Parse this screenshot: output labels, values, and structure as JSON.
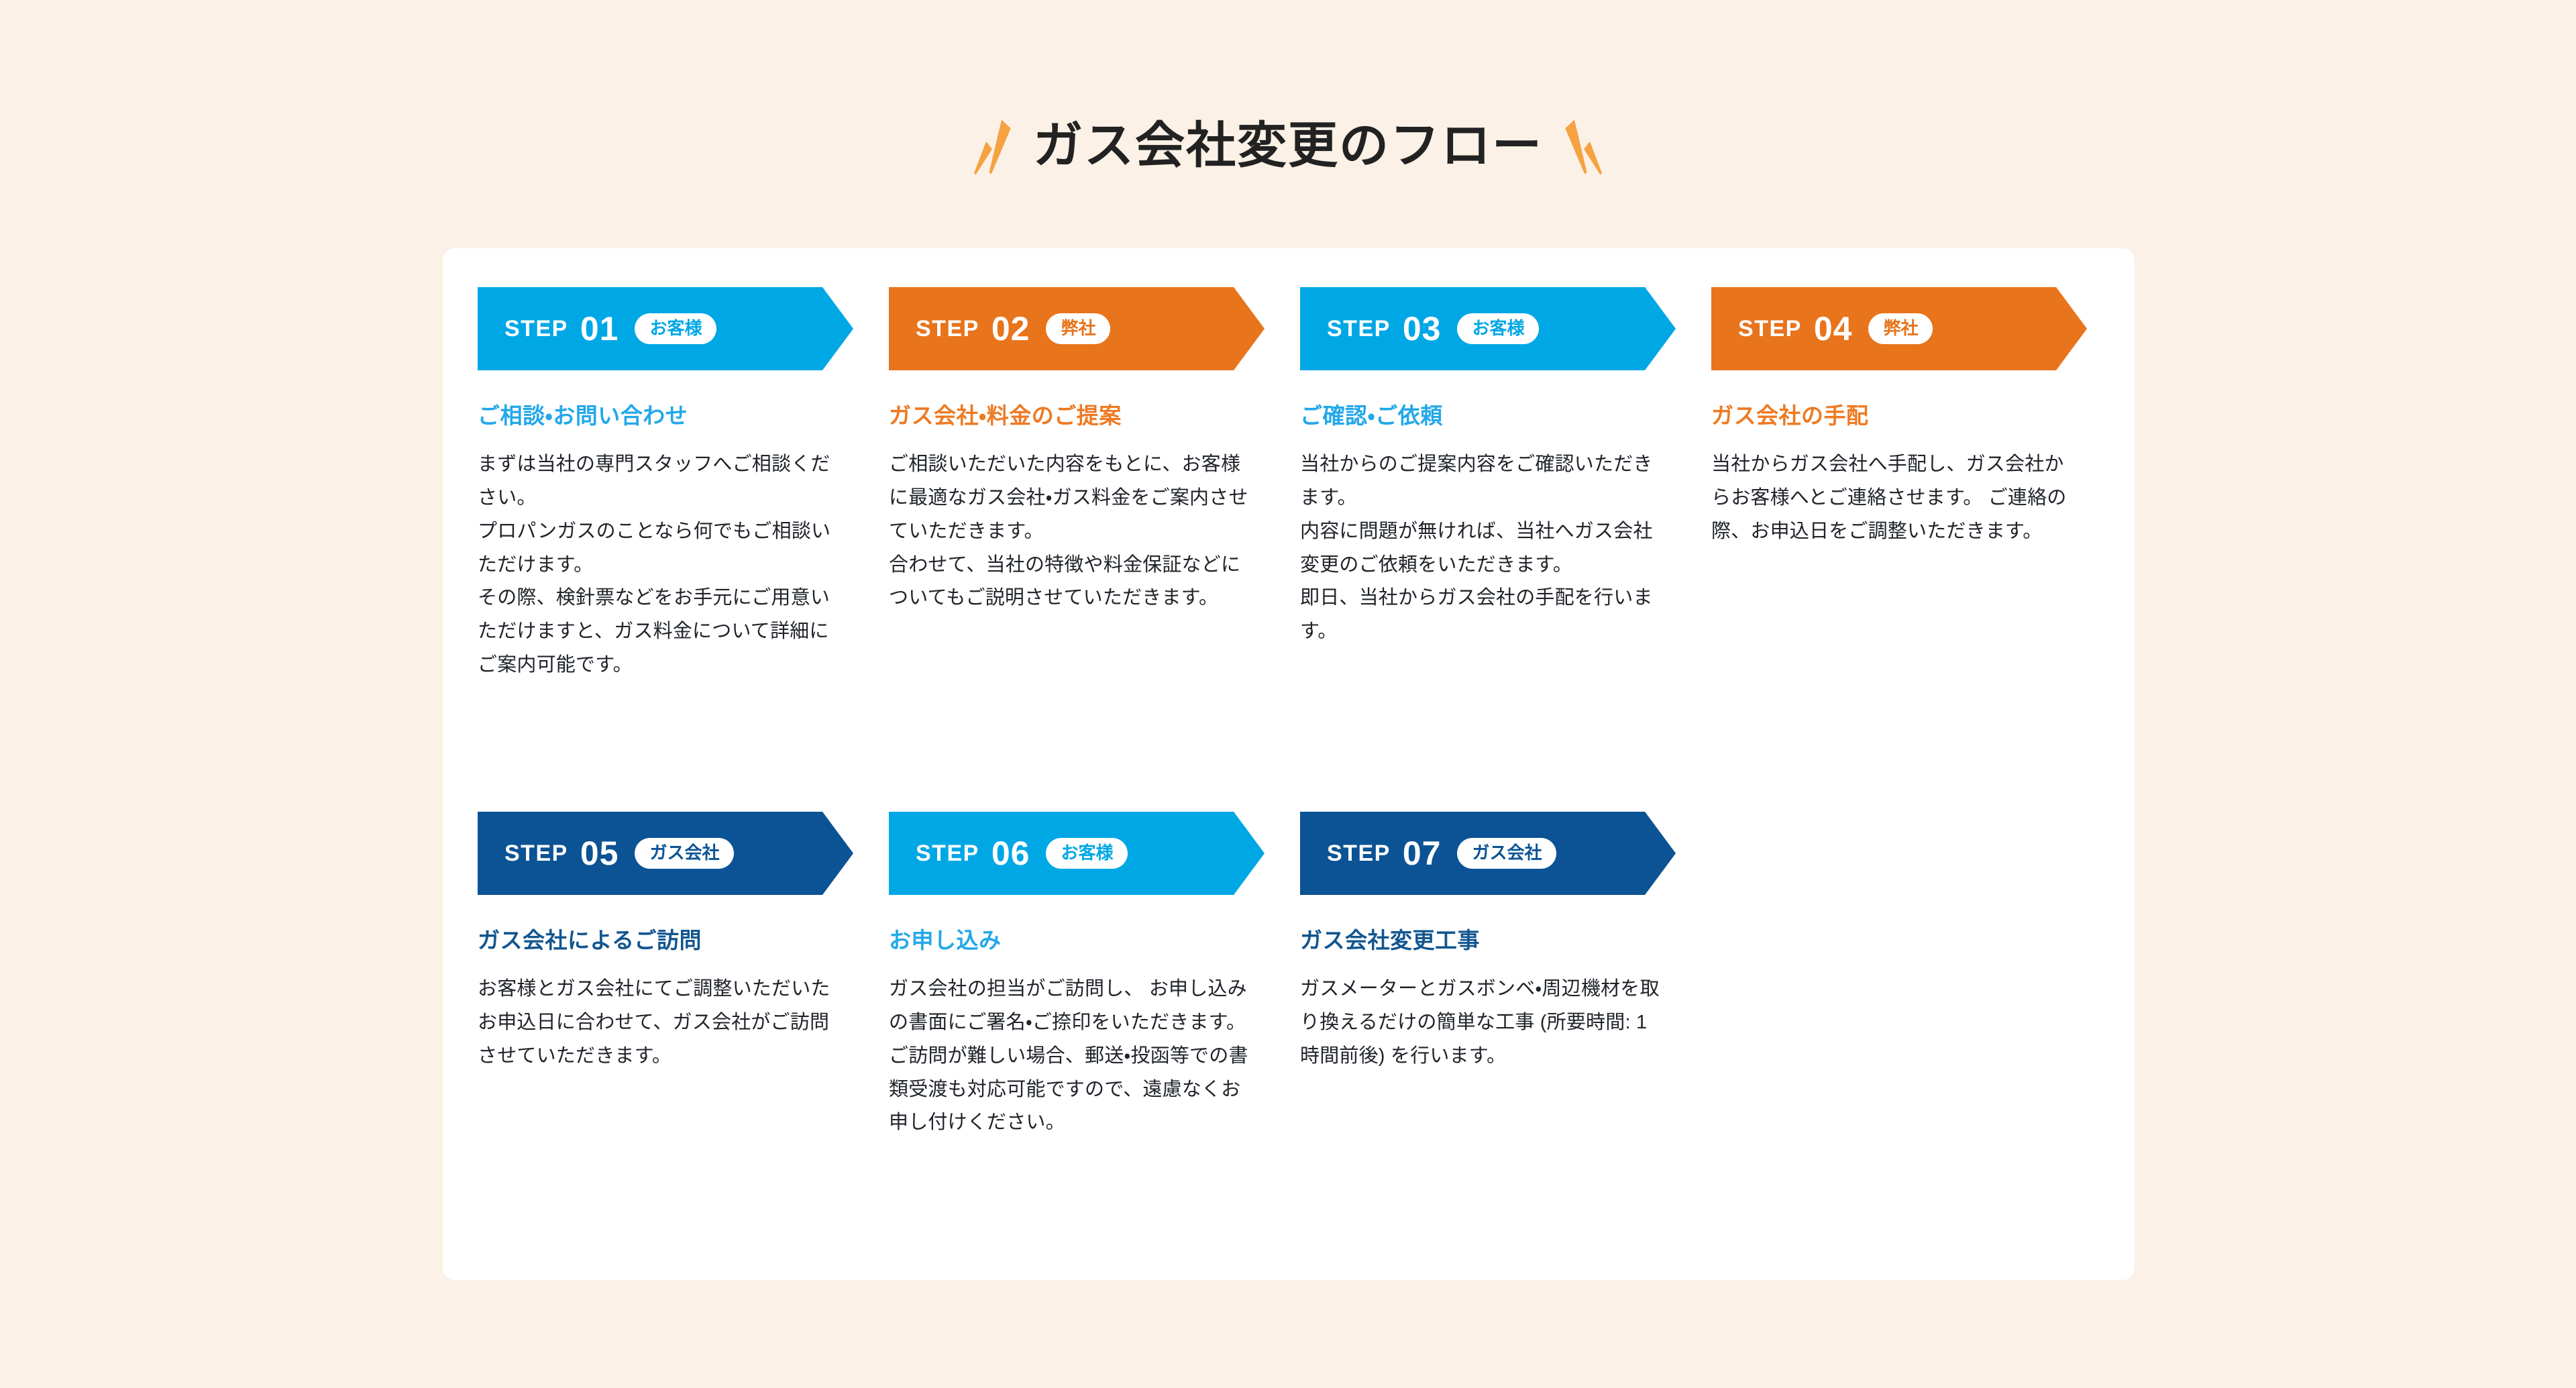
{
  "page": {
    "title": "ガス会社変更のフロー",
    "background_color": "#FCF1E6",
    "panel_color": "#FFFFFF",
    "decoration_color": "#F5A243"
  },
  "colors": {
    "cyan": "#00A7E5",
    "orange": "#E8741C",
    "navy": "#0B5394",
    "title_cyan": "#23A8E8",
    "title_orange": "#EE7A23",
    "title_navy": "#13568F",
    "body_text": "#20242A"
  },
  "labels": {
    "step_word": "STEP"
  },
  "steps": [
    {
      "number": "01",
      "step_word": "STEP",
      "badge": "お客様",
      "theme": "cyan",
      "title": "ご相談・お問い合わせ",
      "body": "まずは当社の専門スタッフへご相談ください。\nプロパンガスのことなら何でもご相談いただけます。\nその際、検針票などをお手元にご用意いただけますと、ガス料金について詳細にご案内可能です。"
    },
    {
      "number": "02",
      "step_word": "STEP",
      "badge": "弊社",
      "theme": "orange",
      "title": "ガス会社・料金のご提案",
      "body": "ご相談いただいた内容をもとに、お客様に最適なガス会社・ガス料金をご案内させていただきます。\n合わせて、当社の特徴や料金保証などについてもご説明させていただきます。"
    },
    {
      "number": "03",
      "step_word": "STEP",
      "badge": "お客様",
      "theme": "cyan",
      "title": "ご確認・ご依頼",
      "body": "当社からのご提案内容をご確認いただきます。\n内容に問題が無ければ、当社へガス会社変更のご依頼をいただきます。\n即日、当社からガス会社の手配を行います。"
    },
    {
      "number": "04",
      "step_word": "STEP",
      "badge": "弊社",
      "theme": "orange",
      "title": "ガス会社の手配",
      "body": "当社からガス会社へ手配し、ガス会社からお客様へとご連絡させます。 ご連絡の際、お申込日をご調整いただきます。"
    },
    {
      "number": "05",
      "step_word": "STEP",
      "badge": "ガス会社",
      "theme": "navy",
      "title": "ガス会社によるご訪問",
      "body": "お客様とガス会社にてご調整いただいたお申込日に合わせて、ガス会社がご訪問させていただきます。"
    },
    {
      "number": "06",
      "step_word": "STEP",
      "badge": "お客様",
      "theme": "cyan",
      "title": "お申し込み",
      "body": "ガス会社の担当がご訪問し、 お申し込みの書面にご署名・ご捺印をいただきます。\nご訪問が難しい場合、郵送・投函等での書類受渡も対応可能ですので、遠慮なくお申し付けください。"
    },
    {
      "number": "07",
      "step_word": "STEP",
      "badge": "ガス会社",
      "theme": "navy",
      "title": "ガス会社変更工事",
      "body": "ガスメーターとガスボンベ・周辺機材を取り換えるだけの簡単な工事 (所要時間: 1時間前後) を行います。"
    }
  ]
}
